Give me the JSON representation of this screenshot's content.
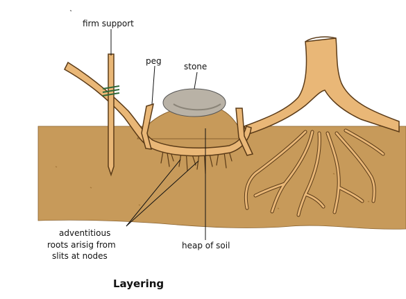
{
  "title": "Layering",
  "labels": {
    "firm_support": "firm support",
    "peg": "peg",
    "stone": "stone",
    "adventitious_line1": "adventitious",
    "adventitious_line2": "roots arisig from",
    "adventitious_line3": "slits at nodes",
    "heap_of_soil": "heap of soil"
  },
  "colors": {
    "soil": "#c79a5a",
    "soil_dark": "#a87a3c",
    "plant": "#e9b777",
    "plant_outline": "#5a3a17",
    "stone": "#b9b2a6",
    "tie": "#2f6a3a"
  }
}
